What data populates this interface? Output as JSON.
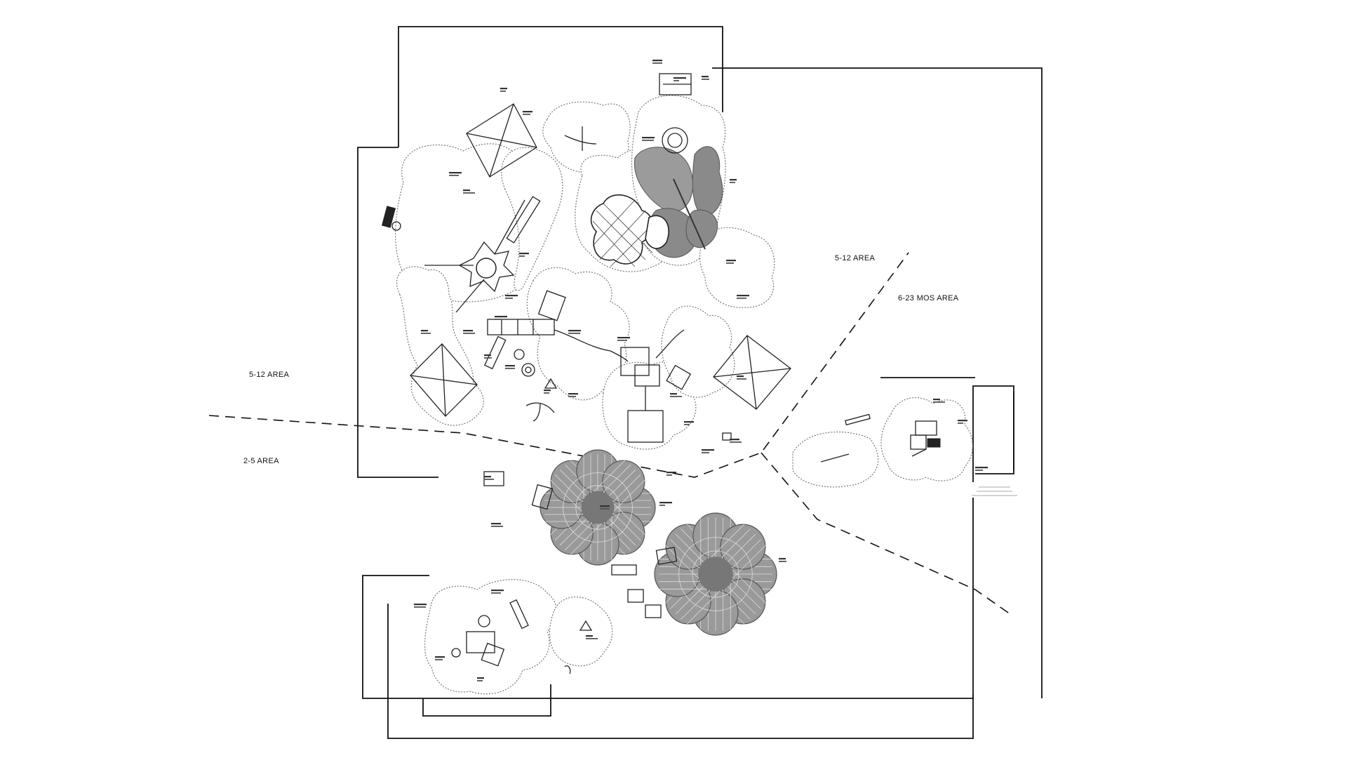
{
  "zones": {
    "upper_left": "5-12 AREA",
    "lower_left": "2-5 AREA",
    "upper_right": "5-12 AREA",
    "right": "6-23 MOS AREA"
  },
  "colors": {
    "line": "#111111",
    "outline": "#777777",
    "net_fill": "#8a8a8a"
  },
  "icons": [
    "shade-canopy-icon",
    "flower-net-climber-icon",
    "butterfly-net-climber-icon",
    "play-structure-icon",
    "spring-rider-icon"
  ]
}
